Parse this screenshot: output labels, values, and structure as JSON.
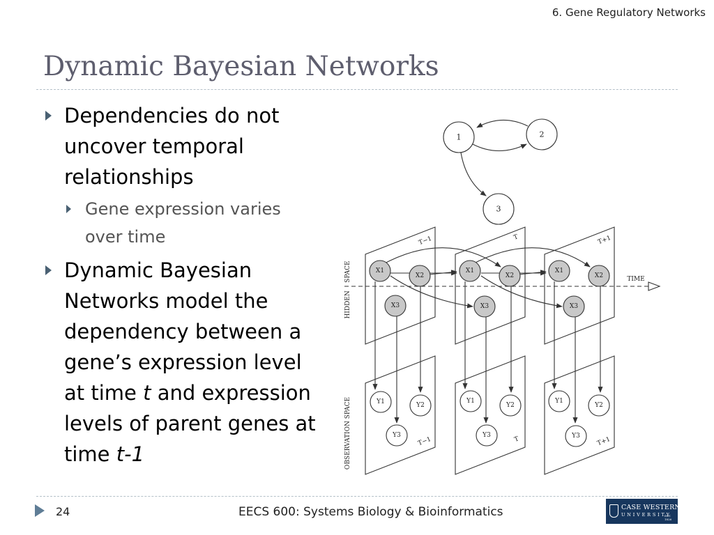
{
  "header": {
    "section": "6. Gene Regulatory Networks"
  },
  "title": "Dynamic Bayesian Networks",
  "bullets": {
    "b1": "Dependencies do not uncover temporal relationships",
    "b1_sub": "Gene expression varies over time",
    "b2_pre": "Dynamic Bayesian Networks model the dependency between a gene’s expression level at time ",
    "b2_t": "t",
    "b2_mid": " and expression levels of parent genes at time ",
    "b2_t1": "t-1"
  },
  "diagram": {
    "nodes": {
      "n1": "1",
      "n2": "2",
      "n3": "3"
    },
    "hidden_nodes": [
      "X1",
      "X2",
      "X3"
    ],
    "observed_nodes": [
      "Y1",
      "Y2",
      "Y3"
    ],
    "slices": [
      "T−1",
      "T",
      "T+1"
    ],
    "axis_hidden": "HIDDEN    SPACE",
    "axis_observed": "OBSERVATION SPACE",
    "time_label": "TIME"
  },
  "footer": {
    "page_number": "24",
    "course": "EECS 600: Systems Biology & Bioinformatics",
    "logo_line1": "CASE WESTERN RESERVE",
    "logo_line2": "UNIVERSITY",
    "logo_est": "EST. 1826"
  },
  "colors": {
    "title": "#5e5e6e",
    "accent": "#4a6173",
    "hidden_node_fill": "#c8c8c8",
    "logo_bg": "#17365d"
  }
}
